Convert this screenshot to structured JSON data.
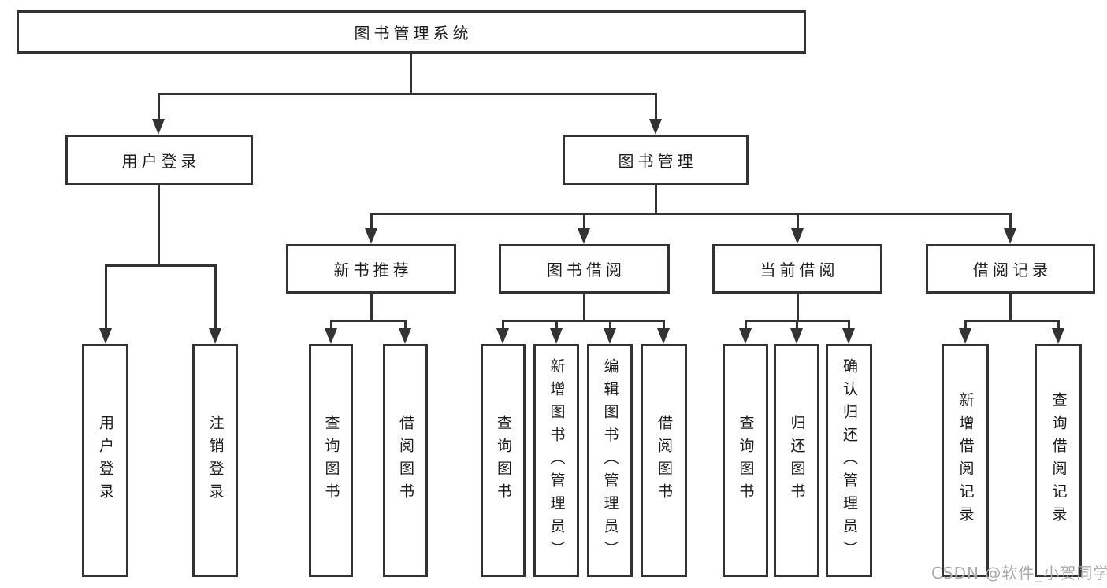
{
  "title": "图书管理系统",
  "watermark": "CSDN @软件_小贺同学",
  "colors": {
    "line": "#333333",
    "box_border": "#333333",
    "text": "#1c1c1c",
    "watermark": "#ababab",
    "background": "#ffffff"
  },
  "tree": {
    "label": "图书管理系统",
    "children": [
      {
        "label": "用户登录",
        "children": [
          {
            "label": "用户登录"
          },
          {
            "label": "注销登录"
          }
        ]
      },
      {
        "label": "图书管理",
        "children": [
          {
            "label": "新书推荐",
            "children": [
              {
                "label": "查询图书"
              },
              {
                "label": "借阅图书"
              }
            ]
          },
          {
            "label": "图书借阅",
            "children": [
              {
                "label": "查询图书"
              },
              {
                "label": "新增图书（管理员）"
              },
              {
                "label": "编辑图书（管理员）"
              },
              {
                "label": "借阅图书"
              }
            ]
          },
          {
            "label": "当前借阅",
            "children": [
              {
                "label": "查询图书"
              },
              {
                "label": "归还图书"
              },
              {
                "label": "确认归还（管理员）"
              }
            ]
          },
          {
            "label": "借阅记录",
            "children": [
              {
                "label": "新增借阅记录"
              },
              {
                "label": "查询借阅记录"
              }
            ]
          }
        ]
      }
    ]
  }
}
